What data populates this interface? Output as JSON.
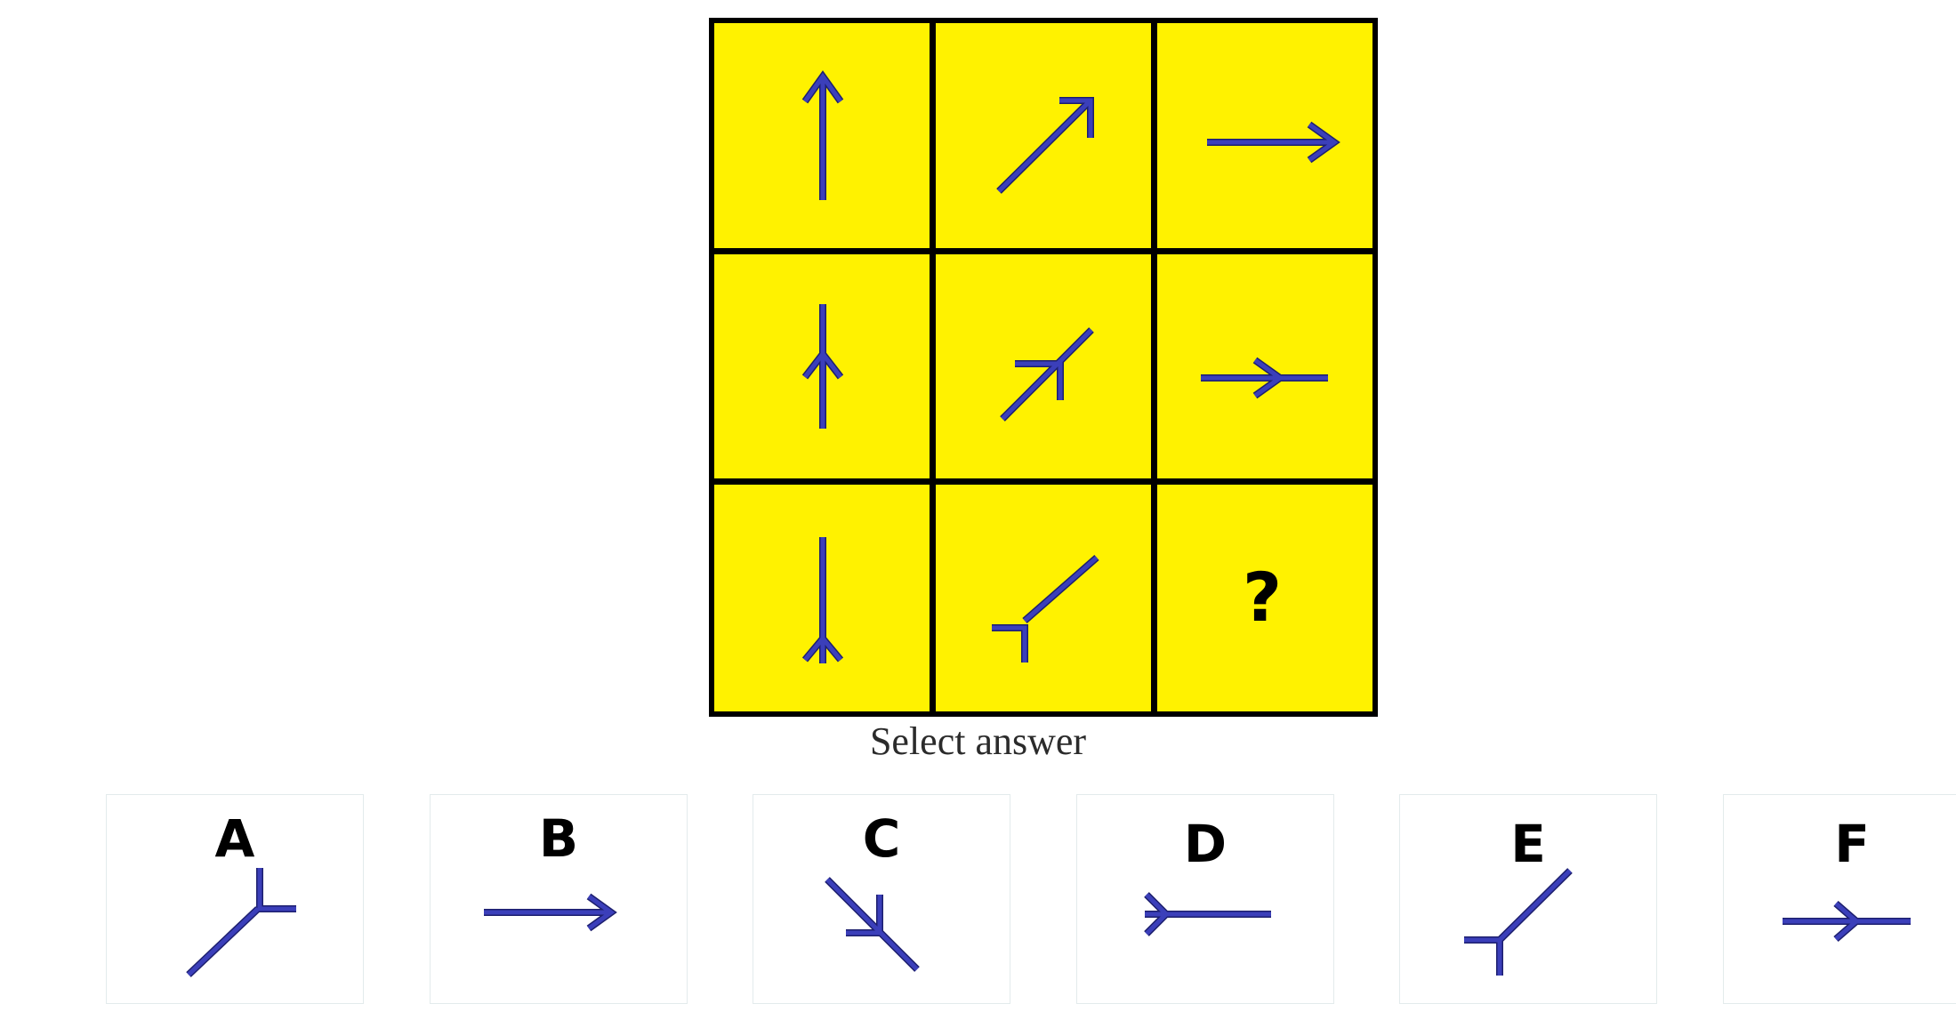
{
  "puzzle": {
    "cell_color": "#fff200",
    "grid_color": "#000000",
    "arrow_color": "#3b3fba",
    "arrow_outline": "#1d1f6e",
    "cells": [
      {
        "name": "cell-r1c1",
        "icon": "arrow-up-icon"
      },
      {
        "name": "cell-r1c2",
        "icon": "arrow-up-right-icon"
      },
      {
        "name": "cell-r1c3",
        "icon": "arrow-right-icon"
      },
      {
        "name": "cell-r2c1",
        "icon": "arrow-up-mid-head-icon"
      },
      {
        "name": "cell-r2c2",
        "icon": "arrow-up-right-mid-head-icon"
      },
      {
        "name": "cell-r2c3",
        "icon": "arrow-right-mid-head-icon"
      },
      {
        "name": "cell-r3c1",
        "icon": "arrow-up-tail-fork-icon"
      },
      {
        "name": "cell-r3c2",
        "icon": "arrow-up-right-tail-fork-icon"
      },
      {
        "name": "cell-r3c3",
        "icon": "question-mark",
        "text": "?"
      }
    ]
  },
  "select_label": "Select answer",
  "options": [
    {
      "letter": "A",
      "icon": "fork-up-right-icon"
    },
    {
      "letter": "B",
      "icon": "arrow-right-icon"
    },
    {
      "letter": "C",
      "icon": "arrow-down-right-mid-head-icon"
    },
    {
      "letter": "D",
      "icon": "line-left-tail-fork-icon"
    },
    {
      "letter": "E",
      "icon": "arrow-up-right-tail-fork-icon"
    },
    {
      "letter": "F",
      "icon": "arrow-right-mid-head-icon"
    }
  ]
}
